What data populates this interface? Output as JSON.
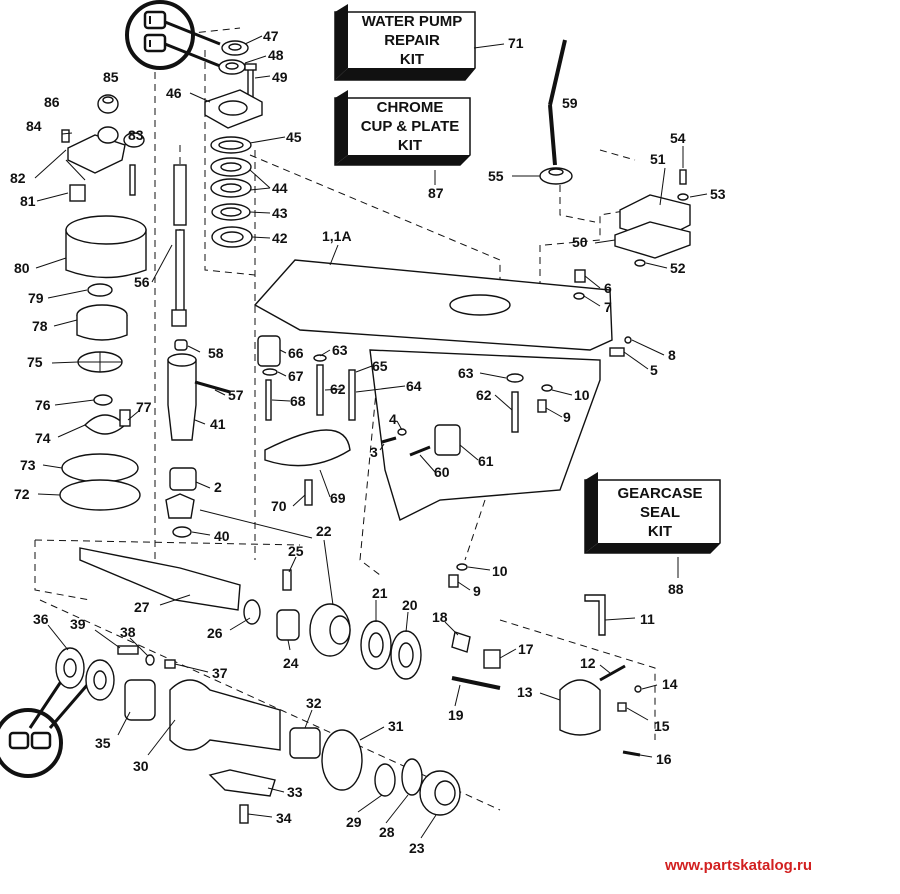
{
  "kits": [
    {
      "id": "water-pump-kit",
      "lines": [
        "WATER PUMP",
        "REPAIR",
        "KIT"
      ],
      "ref": "71"
    },
    {
      "id": "chrome-cup-kit",
      "lines": [
        "CHROME",
        "CUP & PLATE",
        "KIT"
      ],
      "ref": "87"
    },
    {
      "id": "gearcase-seal-kit",
      "lines": [
        "GEARCASE",
        "SEAL",
        "KIT"
      ],
      "ref": "88"
    }
  ],
  "labels": {
    "p47": "47",
    "p48": "48",
    "p49": "49",
    "p46": "46",
    "p45": "45",
    "p44": "44",
    "p43": "43",
    "p42": "42",
    "p85": "85",
    "p86": "86",
    "p84": "84",
    "p83": "83",
    "p82": "82",
    "p81": "81",
    "p80": "80",
    "p79": "79",
    "p78": "78",
    "p75": "75",
    "p76": "76",
    "p77": "77",
    "p74": "74",
    "p73": "73",
    "p72": "72",
    "p56": "56",
    "p58": "58",
    "p57": "57",
    "p41": "41",
    "p2": "2",
    "p40": "40",
    "p59": "59",
    "p55": "55",
    "p54": "54",
    "p51": "51",
    "p53": "53",
    "p50": "50",
    "p52": "52",
    "p1": "1,1A",
    "p6": "6",
    "p7": "7",
    "p8": "8",
    "p5": "5",
    "p66": "66",
    "p67": "67",
    "p68": "68",
    "p63a": "63",
    "p65": "65",
    "p62a": "62",
    "p64": "64",
    "p63b": "63",
    "p62b": "62",
    "p10a": "10",
    "p9a": "9",
    "p4": "4",
    "p3": "3",
    "p60": "60",
    "p61": "61",
    "p70": "70",
    "p69": "69",
    "p22": "22",
    "p25": "25",
    "p21": "21",
    "p20": "20",
    "p18": "18",
    "p17": "17",
    "p10b": "10",
    "p9b": "9",
    "p11": "11",
    "p27": "27",
    "p26": "26",
    "p24": "24",
    "p36": "36",
    "p39": "39",
    "p38": "38",
    "p37": "37",
    "p35": "35",
    "p30": "30",
    "p32": "32",
    "p31": "31",
    "p19": "19",
    "p13": "13",
    "p12": "12",
    "p14": "14",
    "p15": "15",
    "p16": "16",
    "p33": "33",
    "p34": "34",
    "p29": "29",
    "p28": "28",
    "p23": "23"
  },
  "icons": {
    "top": "seal-lip-direction-icon",
    "bottom": "seal-lip-direction-icon"
  },
  "watermark": "www.partskatalog.ru"
}
